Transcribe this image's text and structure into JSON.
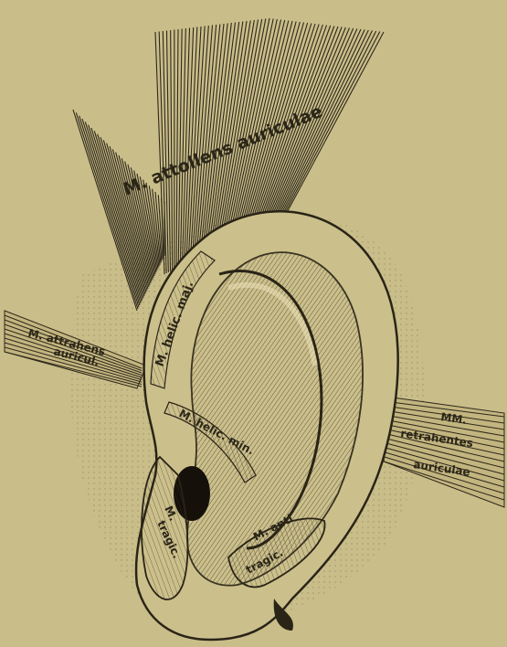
{
  "figure": {
    "background": "#c9bd89",
    "ink_color": "#2b2618",
    "labels": {
      "attollens": "M. attollens auriculae",
      "helicis_major": "M. helic. maj.",
      "attrahens": "M. attrahens",
      "attrahens_2": "auricul.",
      "helicis_minor": "M. helic. min.",
      "retrahentes": "MM.",
      "retrahentes_2": "retrahentes",
      "retrahentes_3": "auriculae",
      "tragicus": "M.",
      "tragicus_2": "tragic.",
      "antitragicus": "M. anti",
      "antitragicus_2": "tragic."
    }
  }
}
